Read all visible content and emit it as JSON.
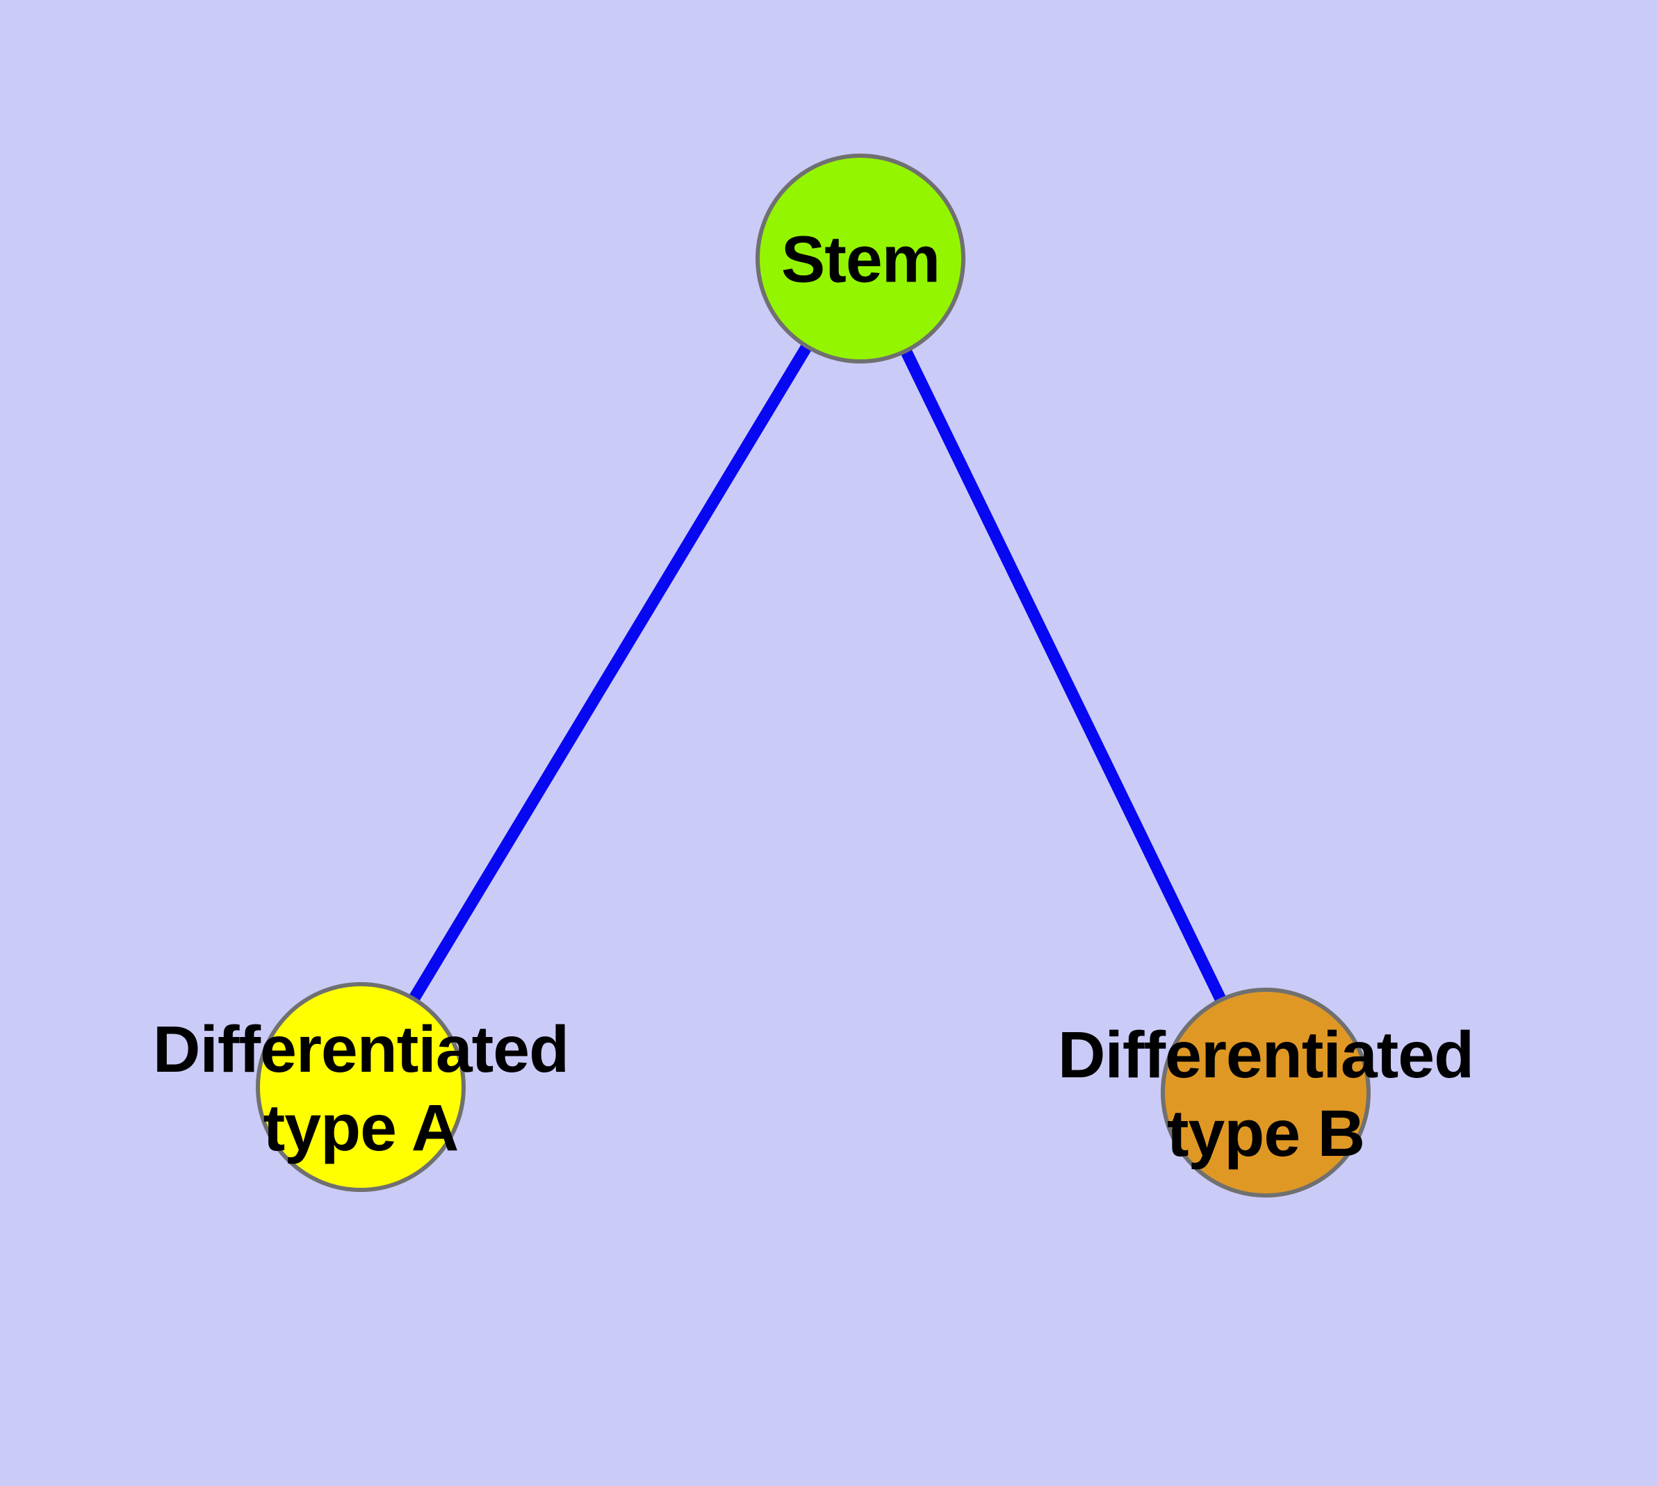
{
  "diagram": {
    "type": "node-link-graph",
    "background_color": "#CBCBF8",
    "edge_color": "#0707F2",
    "node_border_color": "#707070",
    "label_color": "#000000",
    "nodes": [
      {
        "id": "stem",
        "label": "Stem",
        "fill": "#94F500"
      },
      {
        "id": "diff-a",
        "label": "Differentiated\ntype A",
        "fill": "#FFFF00"
      },
      {
        "id": "diff-b",
        "label": "Differentiated\ntype B",
        "fill": "#E09825"
      }
    ],
    "edges": [
      {
        "from": "Stem",
        "to": "Differentiated type A"
      },
      {
        "from": "Stem",
        "to": "Differentiated type B"
      }
    ]
  }
}
